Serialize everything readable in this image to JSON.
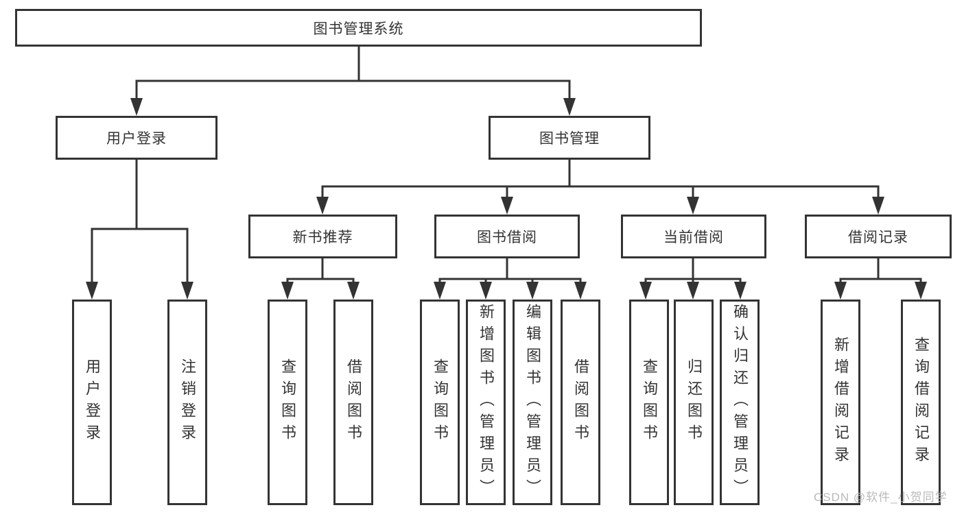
{
  "colors": {
    "line": "#333333",
    "text": "#333333",
    "background": "#ffffff",
    "watermark_text_color": "#b9b9b9"
  },
  "watermark": "CSDN @软件_小贺同学",
  "tree": {
    "root": {
      "label": "图书管理系统"
    },
    "login": {
      "label": "用户登录",
      "children": [
        {
          "label": "用户登录"
        },
        {
          "label": "注销登录"
        }
      ]
    },
    "mgmt": {
      "label": "图书管理",
      "children": [
        {
          "label": "新书推荐",
          "children": [
            {
              "label": "查询图书"
            },
            {
              "label": "借阅图书"
            }
          ]
        },
        {
          "label": "图书借阅",
          "children": [
            {
              "label": "查询图书"
            },
            {
              "label": "新增图书（管理员）"
            },
            {
              "label": "编辑图书（管理员）"
            },
            {
              "label": "借阅图书"
            }
          ]
        },
        {
          "label": "当前借阅",
          "children": [
            {
              "label": "查询图书"
            },
            {
              "label": "归还图书"
            },
            {
              "label": "确认归还（管理员）"
            }
          ]
        },
        {
          "label": "借阅记录",
          "children": [
            {
              "label": "新增借阅记录"
            },
            {
              "label": "查询借阅记录"
            }
          ]
        }
      ]
    }
  }
}
